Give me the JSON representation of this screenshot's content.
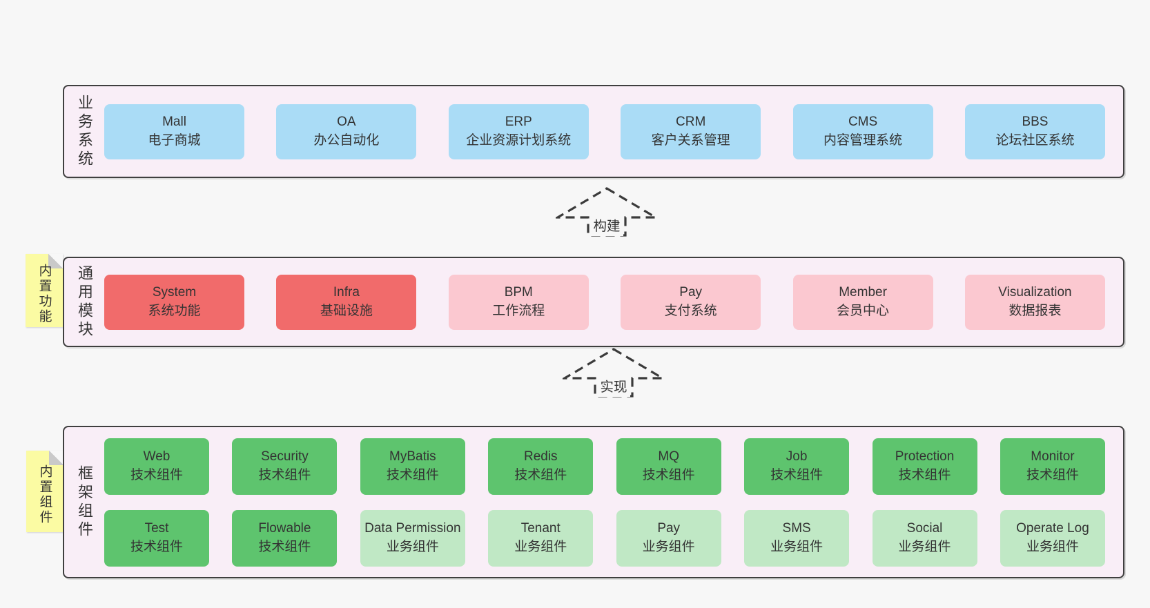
{
  "colors": {
    "page_bg": "#f7f7f7",
    "layer_bg": "#f9eef7",
    "layer_border": "#3f3f3f",
    "business_box_blue": "#aadcf6",
    "core_module_red": "#f16b6b",
    "optional_module_pink": "#fbc8d0",
    "tech_component_green": "#5ec46e",
    "biz_component_light_green": "#c0e8c5",
    "note_yellow": "#fbfba3",
    "note_fold_gray": "#c9c9c9",
    "text": "#333333"
  },
  "arrows": {
    "build": "构建",
    "implement": "实现"
  },
  "layers": {
    "business": {
      "side_label": "业务系统",
      "boxes": [
        {
          "name": "Mall",
          "desc": "电子商城"
        },
        {
          "name": "OA",
          "desc": "办公自动化"
        },
        {
          "name": "ERP",
          "desc": "企业资源计划系统"
        },
        {
          "name": "CRM",
          "desc": "客户关系管理"
        },
        {
          "name": "CMS",
          "desc": "内容管理系统"
        },
        {
          "name": "BBS",
          "desc": "论坛社区系统"
        }
      ]
    },
    "modules": {
      "side_label": "通用模块",
      "note": "内置功能",
      "boxes": [
        {
          "name": "System",
          "desc": "系统功能"
        },
        {
          "name": "Infra",
          "desc": "基础设施"
        },
        {
          "name": "BPM",
          "desc": "工作流程"
        },
        {
          "name": "Pay",
          "desc": "支付系统"
        },
        {
          "name": "Member",
          "desc": "会员中心"
        },
        {
          "name": "Visualization",
          "desc": "数据报表"
        }
      ]
    },
    "components": {
      "side_label": "框架组件",
      "note": "内置组件",
      "rows": [
        [
          {
            "name": "Web",
            "desc": "技术组件"
          },
          {
            "name": "Security",
            "desc": "技术组件"
          },
          {
            "name": "MyBatis",
            "desc": "技术组件"
          },
          {
            "name": "Redis",
            "desc": "技术组件"
          },
          {
            "name": "MQ",
            "desc": "技术组件"
          },
          {
            "name": "Job",
            "desc": "技术组件"
          },
          {
            "name": "Protection",
            "desc": "技术组件"
          },
          {
            "name": "Monitor",
            "desc": "技术组件"
          }
        ],
        [
          {
            "name": "Test",
            "desc": "技术组件"
          },
          {
            "name": "Flowable",
            "desc": "技术组件"
          },
          {
            "name": "Data Permission",
            "desc": "业务组件"
          },
          {
            "name": "Tenant",
            "desc": "业务组件"
          },
          {
            "name": "Pay",
            "desc": "业务组件"
          },
          {
            "name": "SMS",
            "desc": "业务组件"
          },
          {
            "name": "Social",
            "desc": "业务组件"
          },
          {
            "name": "Operate Log",
            "desc": "业务组件"
          }
        ]
      ]
    }
  }
}
